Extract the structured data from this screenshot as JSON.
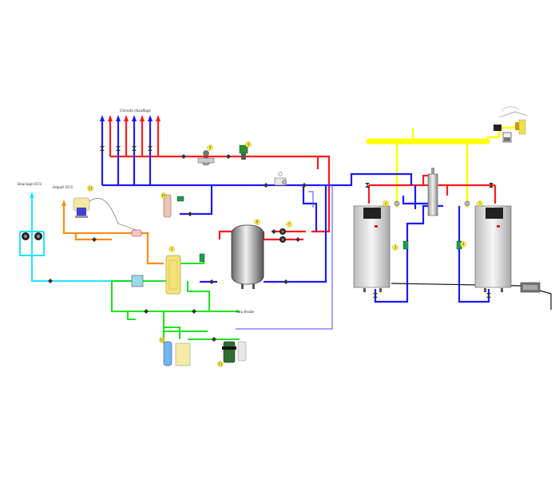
{
  "labels": {
    "heating_circuits": "Circuits chauffage",
    "dhw_loop": "Bouclage ECS",
    "dhw_outlet": "Départ ECS",
    "cold_water": "Eau froide"
  },
  "markers": [
    "1",
    "2",
    "3",
    "4",
    "5",
    "6",
    "7",
    "8",
    "9",
    "10",
    "11",
    "12",
    "13"
  ],
  "colors": {
    "hot_flow": "#ff1a1a",
    "return": "#1a1aff",
    "cold": "#00e000",
    "dhw_outlet": "#ff8c1a",
    "dhw_loop": "#22e5ff",
    "flue": "#ffff00",
    "boiler_body": "#d8d8d8",
    "marker_fill": "#ffee44"
  }
}
